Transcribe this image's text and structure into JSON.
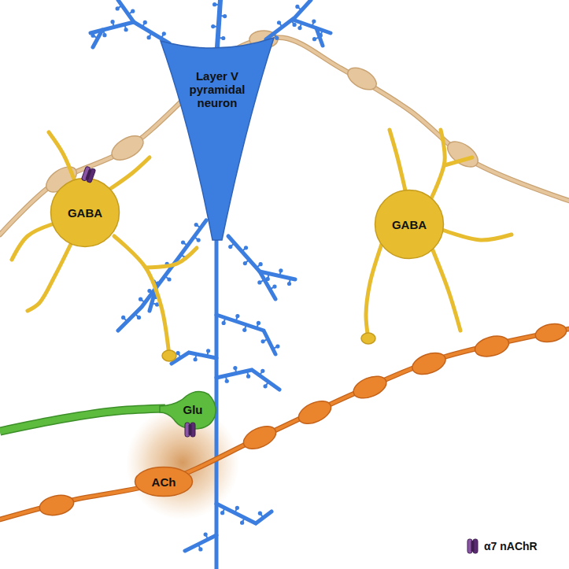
{
  "diagram": {
    "nodes": [
      {
        "text": [
          "Layer V pyramidal neuron"
        ]
      },
      {
        "text": [
          "GABA"
        ]
      },
      {
        "text": [
          "GABA"
        ]
      },
      {
        "text": [
          "Glu"
        ]
      },
      {
        "text": [
          "ACh"
        ]
      }
    ],
    "legend": [
      {
        "text": "α7 nAChR"
      }
    ]
  }
}
